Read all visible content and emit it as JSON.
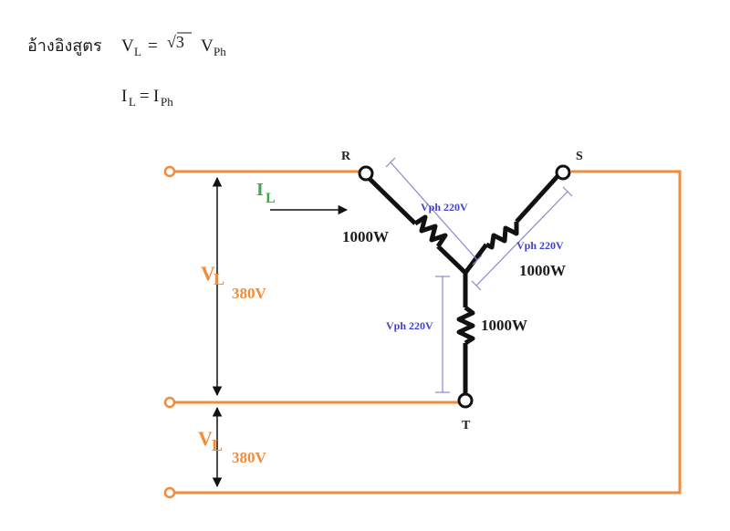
{
  "formula": {
    "prefix": "อ้างอิงสูตร",
    "line1_lhs": "V",
    "line1_lhs_sub": "L",
    "line1_eq": "=",
    "line1_sqrt": "√3",
    "line1_rhs": "V",
    "line1_rhs_sub": "Ph",
    "line2_lhs": "I",
    "line2_lhs_sub": "L",
    "line2_eq": "=",
    "line2_rhs": "I",
    "line2_rhs_sub": "Ph"
  },
  "nodes": {
    "r": "R",
    "s": "S",
    "t": "T"
  },
  "loads": {
    "r": "1000W",
    "s": "1000W",
    "t": "1000W"
  },
  "phase_voltage": {
    "r": "Vph 220V",
    "s": "Vph 220V",
    "t": "Vph 220V"
  },
  "line_current": {
    "symbol": "I",
    "sub": "L"
  },
  "line_voltage_top": {
    "symbol": "V",
    "sub": "L",
    "value": "380V"
  },
  "line_voltage_bottom": {
    "symbol": "V",
    "sub": "L",
    "value": "380V"
  },
  "colors": {
    "wire": "#f08c3c",
    "load": "#111111",
    "phase_marker": "#8888cc",
    "phase_text": "#4040c8",
    "current_label": "#3aaa4a",
    "dim": "#111111"
  }
}
